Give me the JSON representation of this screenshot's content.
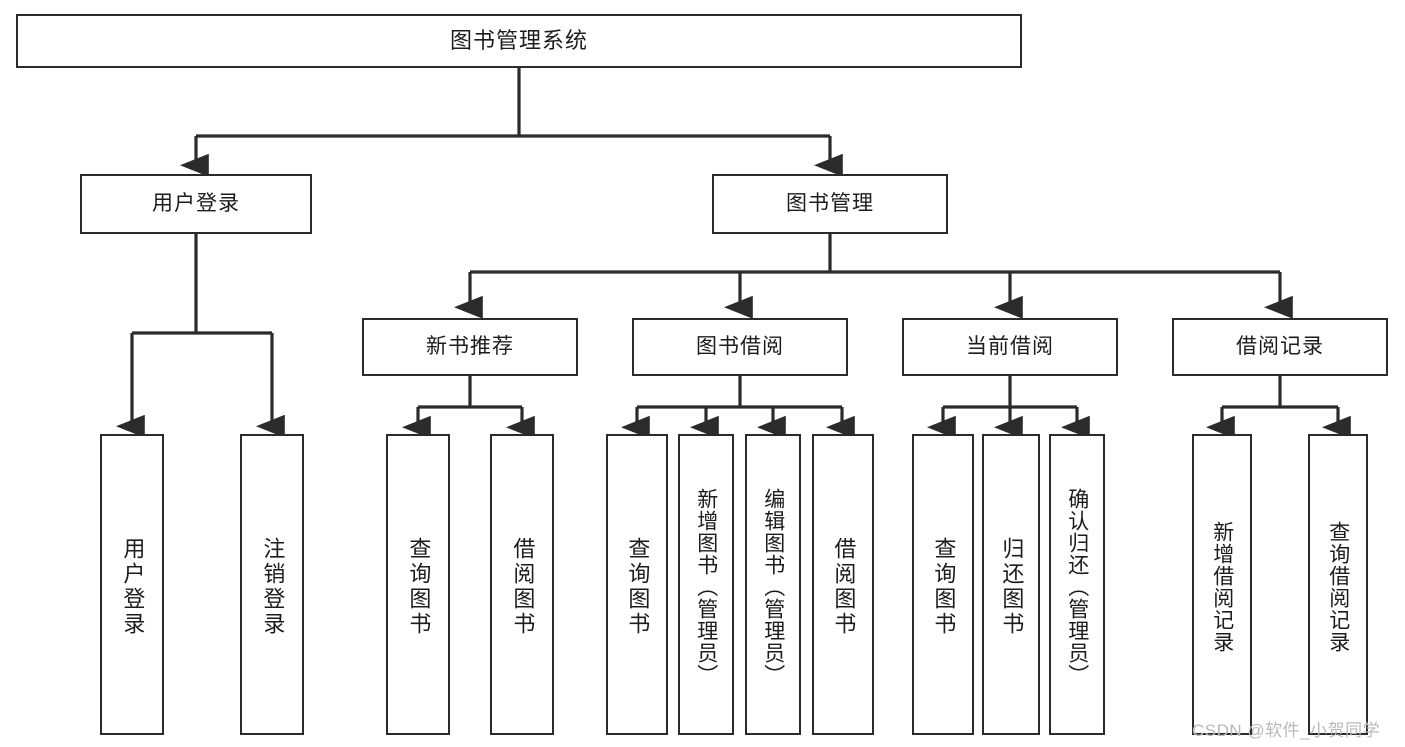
{
  "diagram": {
    "type": "tree-hierarchy",
    "title": "图书管理系统",
    "levels": 4,
    "root": {
      "label": "图书管理系统"
    },
    "level2": [
      {
        "label": "用户登录"
      },
      {
        "label": "图书管理"
      }
    ],
    "level3": [
      {
        "label": "新书推荐",
        "parent": "图书管理"
      },
      {
        "label": "图书借阅",
        "parent": "图书管理"
      },
      {
        "label": "当前借阅",
        "parent": "图书管理"
      },
      {
        "label": "借阅记录",
        "parent": "图书管理"
      }
    ],
    "leaves": {
      "user_login": [
        {
          "label": "用户登录"
        },
        {
          "label": "注销登录"
        }
      ],
      "new_book_recommend": [
        {
          "label": "查询图书"
        },
        {
          "label": "借阅图书"
        }
      ],
      "book_borrow": [
        {
          "label": "查询图书"
        },
        {
          "label": "新增图书（管理员）"
        },
        {
          "label": "编辑图书（管理员）"
        },
        {
          "label": "借阅图书"
        }
      ],
      "current_borrow": [
        {
          "label": "查询图书"
        },
        {
          "label": "归还图书"
        },
        {
          "label": "确认归还（管理员）"
        }
      ],
      "borrow_records": [
        {
          "label": "新增借阅记录"
        },
        {
          "label": "查询借阅记录"
        }
      ]
    }
  },
  "watermark": {
    "text": "CSDN @软件_小贺同学"
  },
  "colors": {
    "stroke": "#2b2b2b",
    "background": "#ffffff",
    "text": "#1c1c1c",
    "watermark": "#b9b9b9"
  }
}
